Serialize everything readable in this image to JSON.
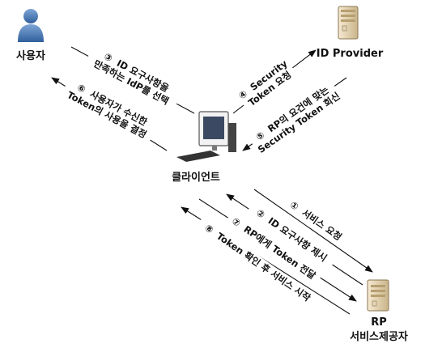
{
  "nodes": {
    "user": {
      "label": "사용자"
    },
    "idp": {
      "label": "ID Provider"
    },
    "client": {
      "label": "클라이언트"
    },
    "rp": {
      "label": "RP",
      "sublabel": "서비스제공자"
    }
  },
  "messages": [
    {
      "step": "①",
      "line1": "서비스 요청",
      "line2": ""
    },
    {
      "step": "②",
      "line1": "ID 요구사항 제시",
      "line2": ""
    },
    {
      "step": "③",
      "line1": "ID 요구사항을",
      "line2": "만족하는 IdP를 선택"
    },
    {
      "step": "④",
      "line1": "Security",
      "line2": "Token 요청"
    },
    {
      "step": "⑤",
      "line1": "RP의 요건에 맞는",
      "line2": "Security Token 회신"
    },
    {
      "step": "⑥",
      "line1": "사용자가 수신한",
      "line2": "Token의 사용을 결정"
    },
    {
      "step": "⑦",
      "line1": "RP에게 Token 전달",
      "line2": ""
    },
    {
      "step": "⑧",
      "line1": "Token 확인 후 서비스 시작",
      "line2": ""
    }
  ],
  "icons": {
    "user": "person-icon",
    "idp": "server-icon",
    "client": "computer-icon",
    "rp": "server-icon"
  }
}
